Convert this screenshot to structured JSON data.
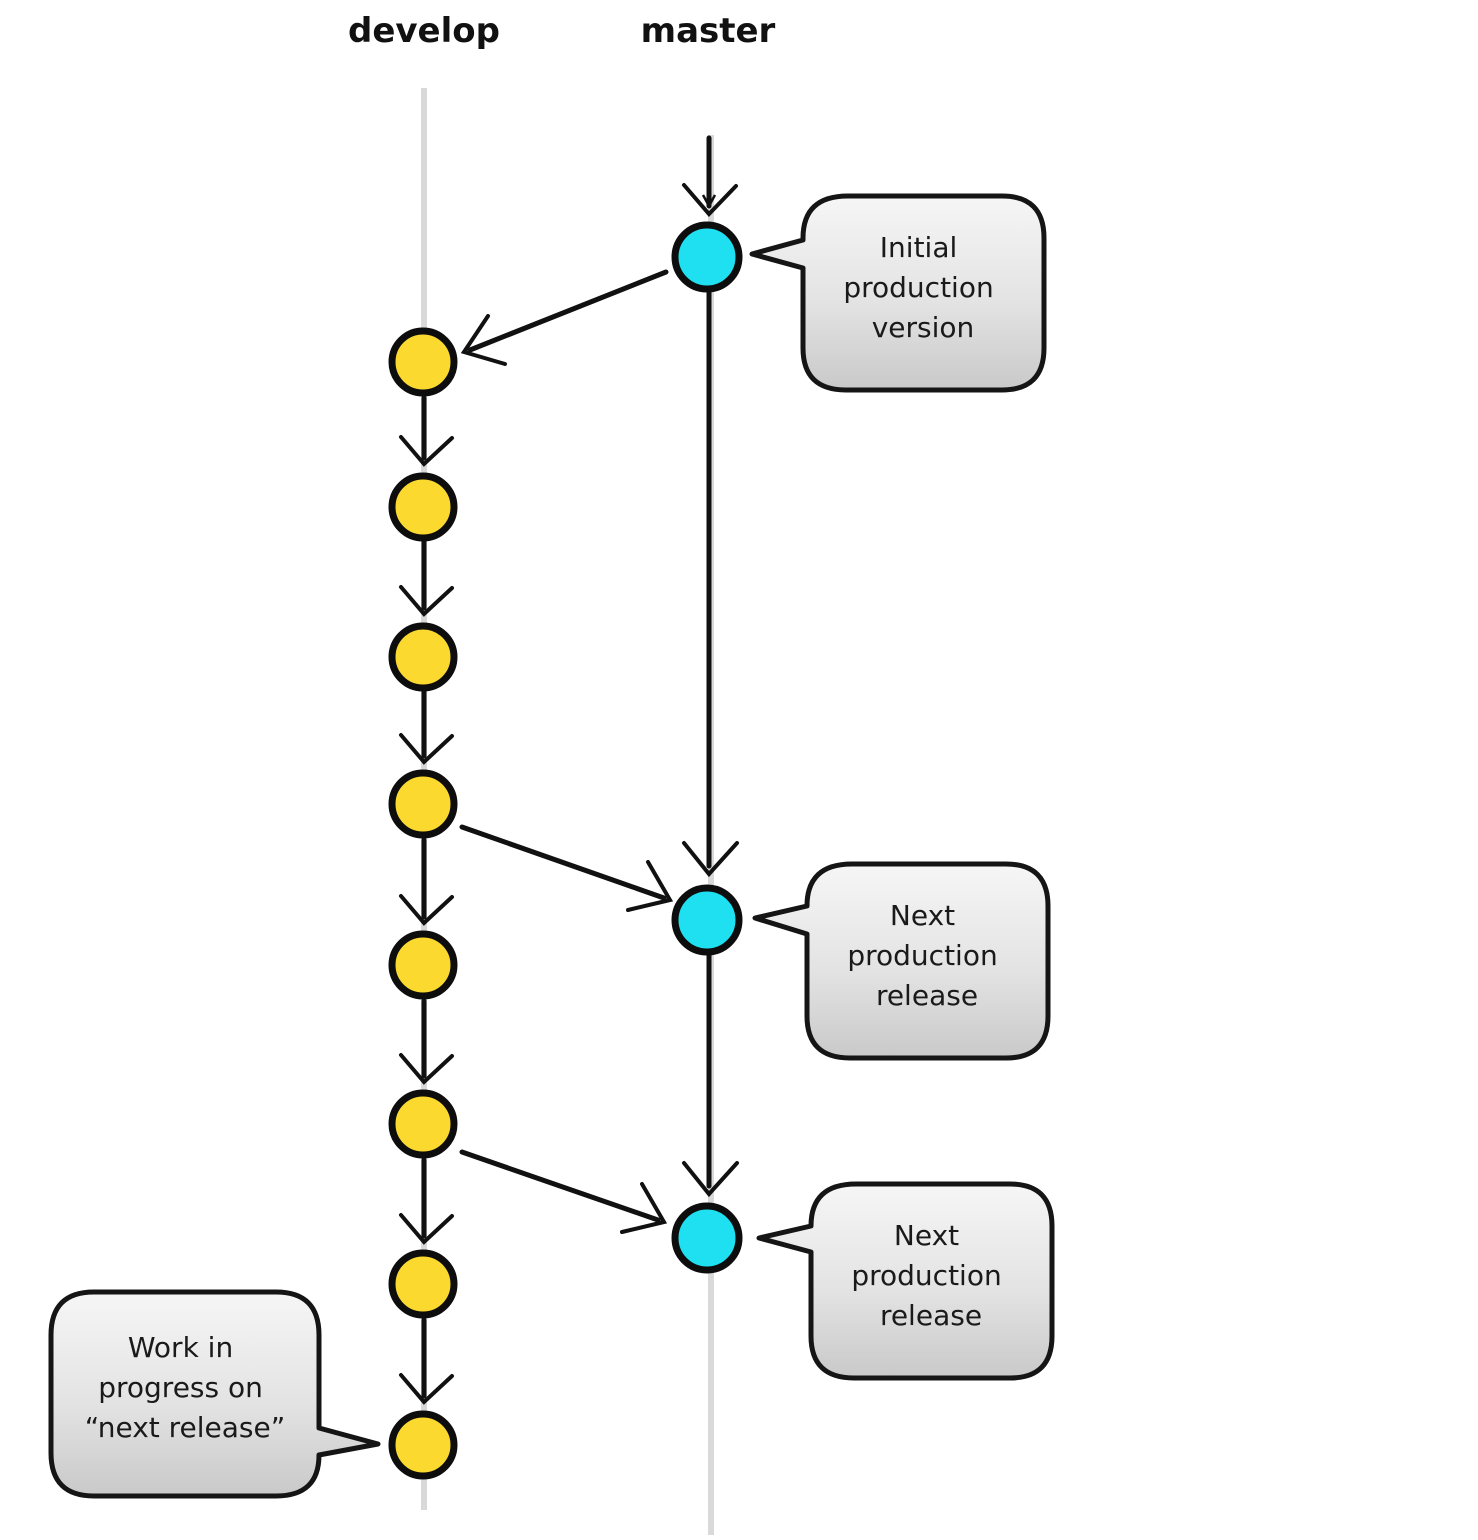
{
  "branches": {
    "develop": {
      "label": "develop"
    },
    "master": {
      "label": "master"
    }
  },
  "colors": {
    "develop_commit": "#fbd92f",
    "master_commit": "#1fe0f1",
    "outline": "#111111",
    "lane": "#d9d9d9"
  },
  "callouts": {
    "initial": {
      "lines": [
        "Initial",
        "production",
        "version"
      ]
    },
    "next1": {
      "lines": [
        "Next",
        "production",
        "release"
      ]
    },
    "next2": {
      "lines": [
        "Next",
        "production",
        "release"
      ]
    },
    "wip": {
      "lines": [
        "Work in",
        "progress on",
        "“next release”"
      ]
    }
  }
}
